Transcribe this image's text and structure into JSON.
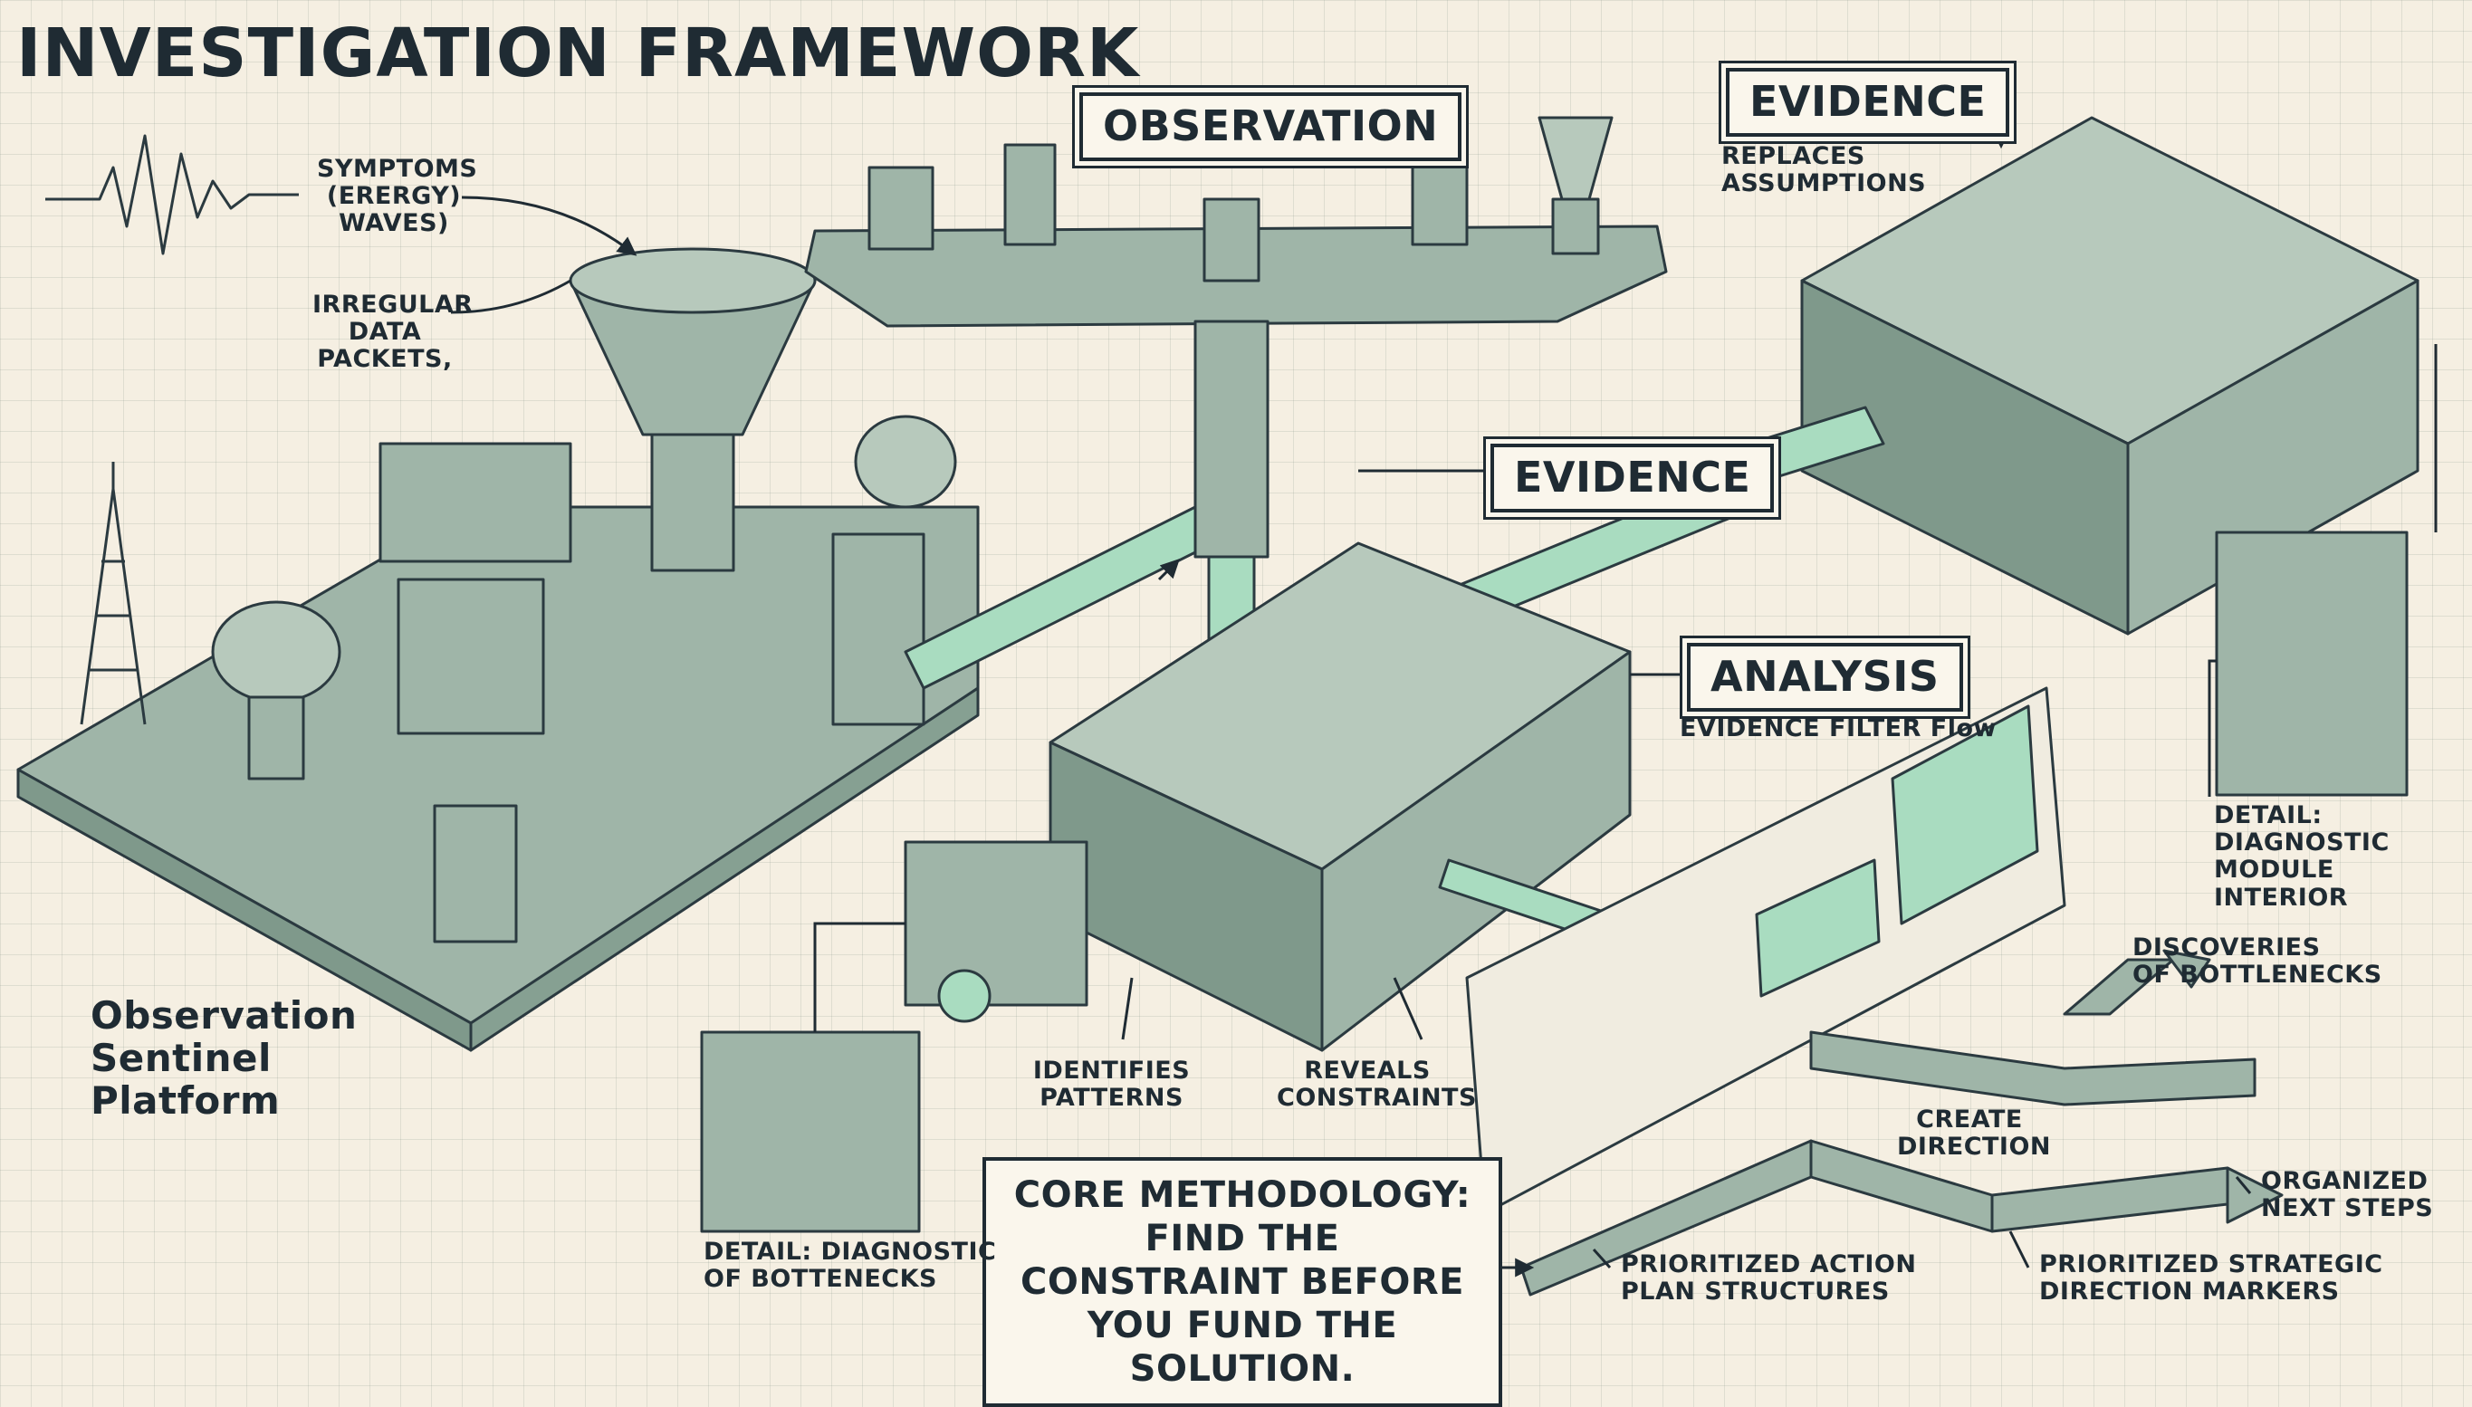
{
  "title": "INVESTIGATION FRAMEWORK",
  "labels": {
    "observation": "OBSERVATION",
    "evidence_top": "EVIDENCE",
    "evidence_mid": "EVIDENCE",
    "analysis": "ANALYSIS",
    "symptoms": "SYMPTOMS\n(ERERGY)\nWAVES)",
    "irregular": "IRREGULAR\nDATA\nPACKETS,",
    "replaces": "REPLACES\nASSUMPTIONS",
    "evidence_filter": "EVIDENCE FILTER Flow",
    "detail_module": "DETAIL: DIAGNOSTIC\nMODULE INTERIOR",
    "discoveries": "DISCOVERIES\nOF BOTTLENECKS",
    "platform": "Observation\nSentinel\nPlatform",
    "identifies": "IDENTIFIES\nPATTERNS",
    "reveals": "REVEALS\nCONSTRAINTS",
    "create": "CREATE\nDIRECTION",
    "organized": "ORGANIZED\nNEXT STEPS",
    "core": "CORE METHODOLOGY:\nFIND THE CONSTRAINT BEFORE\nYOU FUND THE SOLUTION.",
    "detail_bottlenecks": "DETAIL: DIAGNOSTIC\nOF BOTTENECKS",
    "prioritized_action": "PRIORITIZED ACTION\nPLAN STRUCTURES",
    "prioritized_strategic": "PRIORITIZED STRATEGIC\nDIRECTION MARKERS"
  },
  "colors": {
    "machine": "#9fb5a8",
    "machine_dark": "#7f998b",
    "accent": "#a9dcc0",
    "ink": "#1f2b33"
  }
}
